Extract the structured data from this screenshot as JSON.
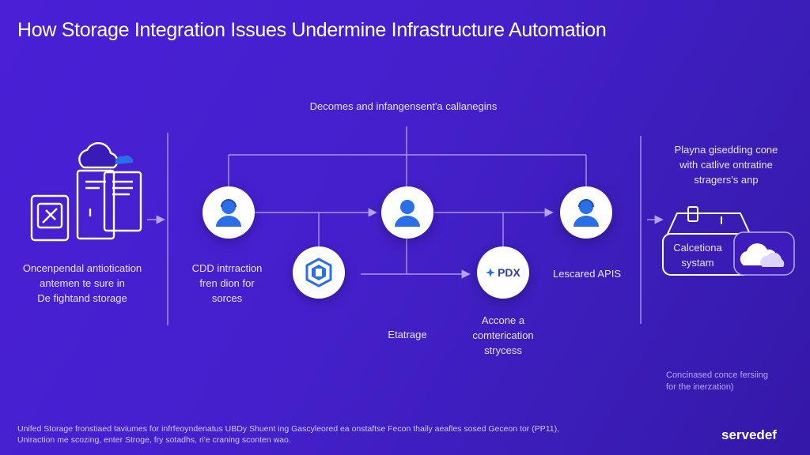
{
  "title": "How Storage Integration Issues Undermine Infrastructure Automation",
  "top_label": "Decomes and infangensent'a callanegins",
  "left_label": [
    "Oncenpendal antiotication",
    "antemen te sure in",
    "De fightand storage"
  ],
  "node1_label": [
    "CDD intrraction",
    "fren dion for",
    "sorces"
  ],
  "node_pdx_badge": "PDX",
  "node3_label": "Lescared APIS",
  "etatrage_label": "Etatrage",
  "bottom_center_label": [
    "Accone a",
    "comterication",
    "strycess"
  ],
  "right_label": [
    "Playna gisedding cone",
    "with catlive ontratine",
    "stragers's anp"
  ],
  "calcetiona_label": [
    "Calcetiona",
    "systam"
  ],
  "note": [
    "Concinased conce fersiing",
    "for the inerzation)"
  ],
  "footer": [
    "Unifed Storage fronstiaed taviumes for infrfeoyndenatus UBDy Shuent ing Gascyleored ea onstaftse Fecon thaily aeafles sosed Geceon tor (PP11),",
    "Uniraction me scozing, enter Stroge, fry sotadhs, ri'e craning sconten wao."
  ],
  "brand": "servedef",
  "colors": {
    "background": "#4420cc",
    "accent_blue": "#2a6ee8",
    "line": "#b9adf0"
  },
  "icons": [
    "server-rack-icon",
    "cloud-icon",
    "user-icon",
    "shield-icon",
    "user-icon",
    "pdx-badge-icon",
    "user-icon",
    "cloud-icon"
  ]
}
